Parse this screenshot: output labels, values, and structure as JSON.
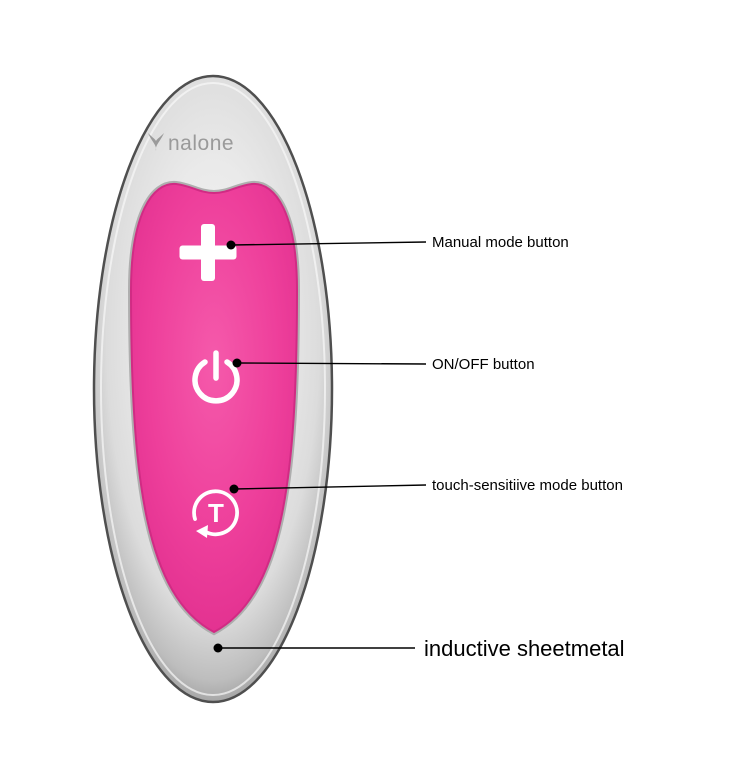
{
  "device": {
    "brand": "nalone",
    "buttons": [
      {
        "name": "manual-mode-button",
        "icon": "plus-icon"
      },
      {
        "name": "on-off-button",
        "icon": "power-icon"
      },
      {
        "name": "touch-mode-button",
        "icon": "touch-rotate-icon",
        "letter": "T"
      }
    ]
  },
  "annotations": [
    {
      "label": "Manual mode button"
    },
    {
      "label": "ON/OFF button"
    },
    {
      "label": "touch-sensitiive mode button"
    },
    {
      "label": "inductive sheetmetal"
    }
  ],
  "colors": {
    "pink": "#ee3f9b",
    "pink_dark": "#d12b84",
    "silver_light": "#f2f2f2",
    "silver_dark": "#8a8a8a",
    "outline": "#4f4f4f",
    "brand_text": "#9a9a9a",
    "callout_line": "#000000",
    "button_symbol": "#ffffff"
  }
}
